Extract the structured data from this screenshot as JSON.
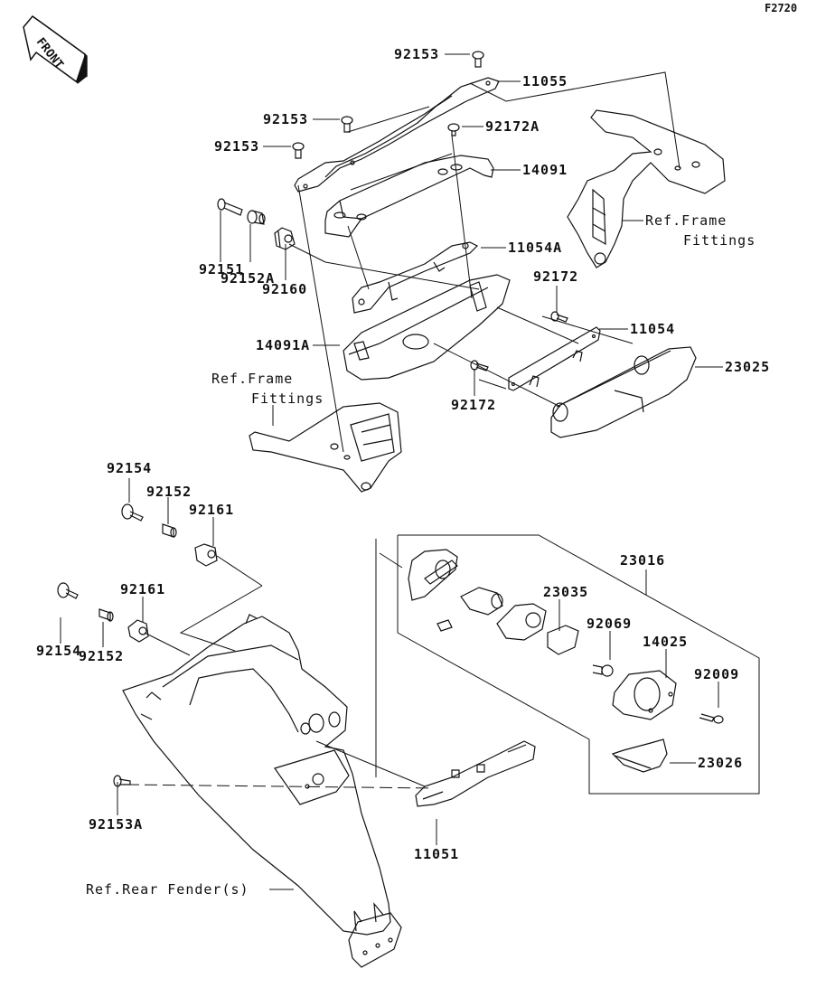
{
  "figure_id": "F2720",
  "front_arrow": {
    "text": "FRONT"
  },
  "parts": {
    "p92153_top": "92153",
    "p11055": "11055",
    "p92153_a": "92153",
    "p92172A": "92172A",
    "p92153_b": "92153",
    "p14091": "14091",
    "p92151": "92151",
    "p92152A": "92152A",
    "p92160": "92160",
    "p11054A": "11054A",
    "p92172_a": "92172",
    "p11054": "11054",
    "p14091A": "14091A",
    "p23025": "23025",
    "p92172_b": "92172",
    "p92154_a": "92154",
    "p92152_a": "92152",
    "p92161_a": "92161",
    "p92161_b": "92161",
    "p92154_b": "92154",
    "p92152_b": "92152",
    "p23016": "23016",
    "p23035": "23035",
    "p92069": "92069",
    "p14025": "14025",
    "p92009": "92009",
    "p23026": "23026",
    "p92153A": "92153A",
    "p11051": "11051"
  },
  "references": {
    "frame_right_line1": "Ref.Frame",
    "frame_right_line2": "Fittings",
    "frame_left_line1": "Ref.Frame",
    "frame_left_line2": "Fittings",
    "rear_fender": "Ref.Rear Fender(s)"
  }
}
